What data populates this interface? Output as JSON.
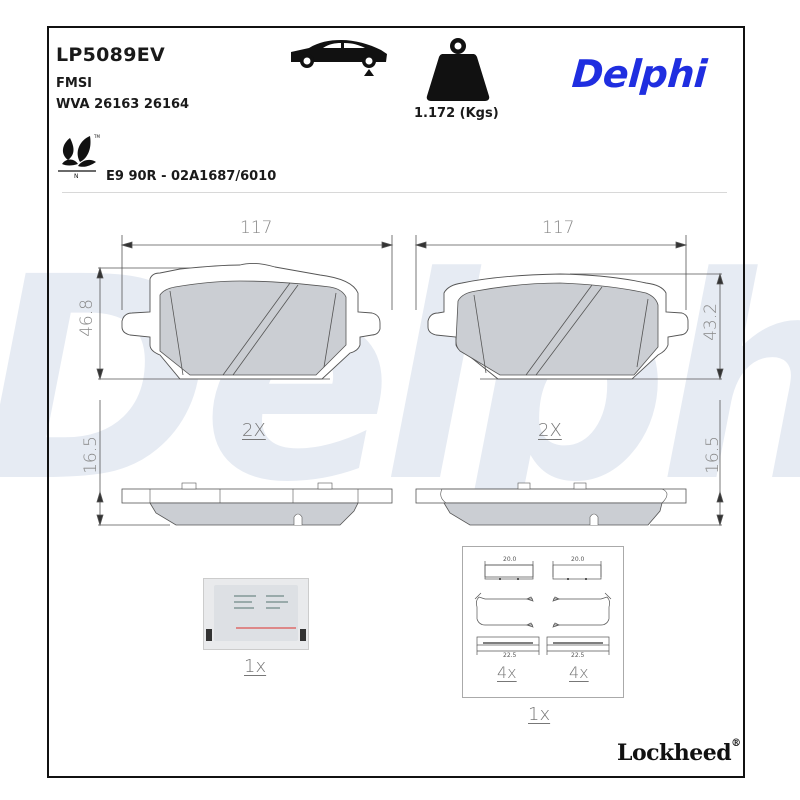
{
  "header": {
    "part_number": "LP5089EV",
    "fmsi_label": "FMSI",
    "wva": "WVA 26163 26164",
    "ece_approval": "E9 90R - 02A1687/6010",
    "weight": "1.172 (Kgs)",
    "brand": "Delphi",
    "brand_color": "#1f2ee0",
    "icons": [
      "car-axle-position-icon",
      "weight-icon",
      "eco-leaf-icon"
    ]
  },
  "watermark": {
    "text": "Delphi",
    "color": "#e6ebf3"
  },
  "pads": [
    {
      "position": "left",
      "width_dim": "117",
      "height_dim": "46.8",
      "thickness_dim": "16.5",
      "quantity": "2X"
    },
    {
      "position": "right",
      "width_dim": "117",
      "height_dim": "43.2",
      "thickness_dim": "16.5",
      "quantity": "2X"
    }
  ],
  "accessories": {
    "grease_sachet": {
      "quantity": "1x"
    },
    "clip_kit": {
      "clips": [
        {
          "top_dim": "20.0",
          "bottom_dim": "22.5",
          "quantity": "4x"
        },
        {
          "top_dim": "20.0",
          "bottom_dim": "22.5",
          "quantity": "4x"
        }
      ],
      "quantity": "1x"
    }
  },
  "footer": {
    "brand": "Lockheed",
    "mark": "®"
  }
}
